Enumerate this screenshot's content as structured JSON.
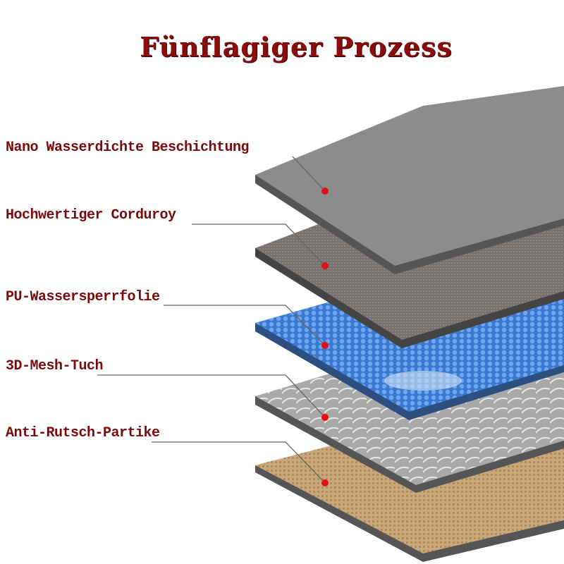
{
  "title": "Fünflagiger Prozess",
  "layers": [
    {
      "label": "Nano Wasserdichte Beschichtung",
      "color": "#8c8c8c"
    },
    {
      "label": "Hochwertiger Corduroy",
      "color": "#77716f"
    },
    {
      "label": "PU-Wassersperrfolie",
      "color": "#3a78d2"
    },
    {
      "label": "3D-Mesh-Tuch",
      "color": "#a9a9a9"
    },
    {
      "label": "Anti-Rutsch-Partike",
      "color": "#c9a97c"
    }
  ],
  "marker_color": "#e0101a"
}
